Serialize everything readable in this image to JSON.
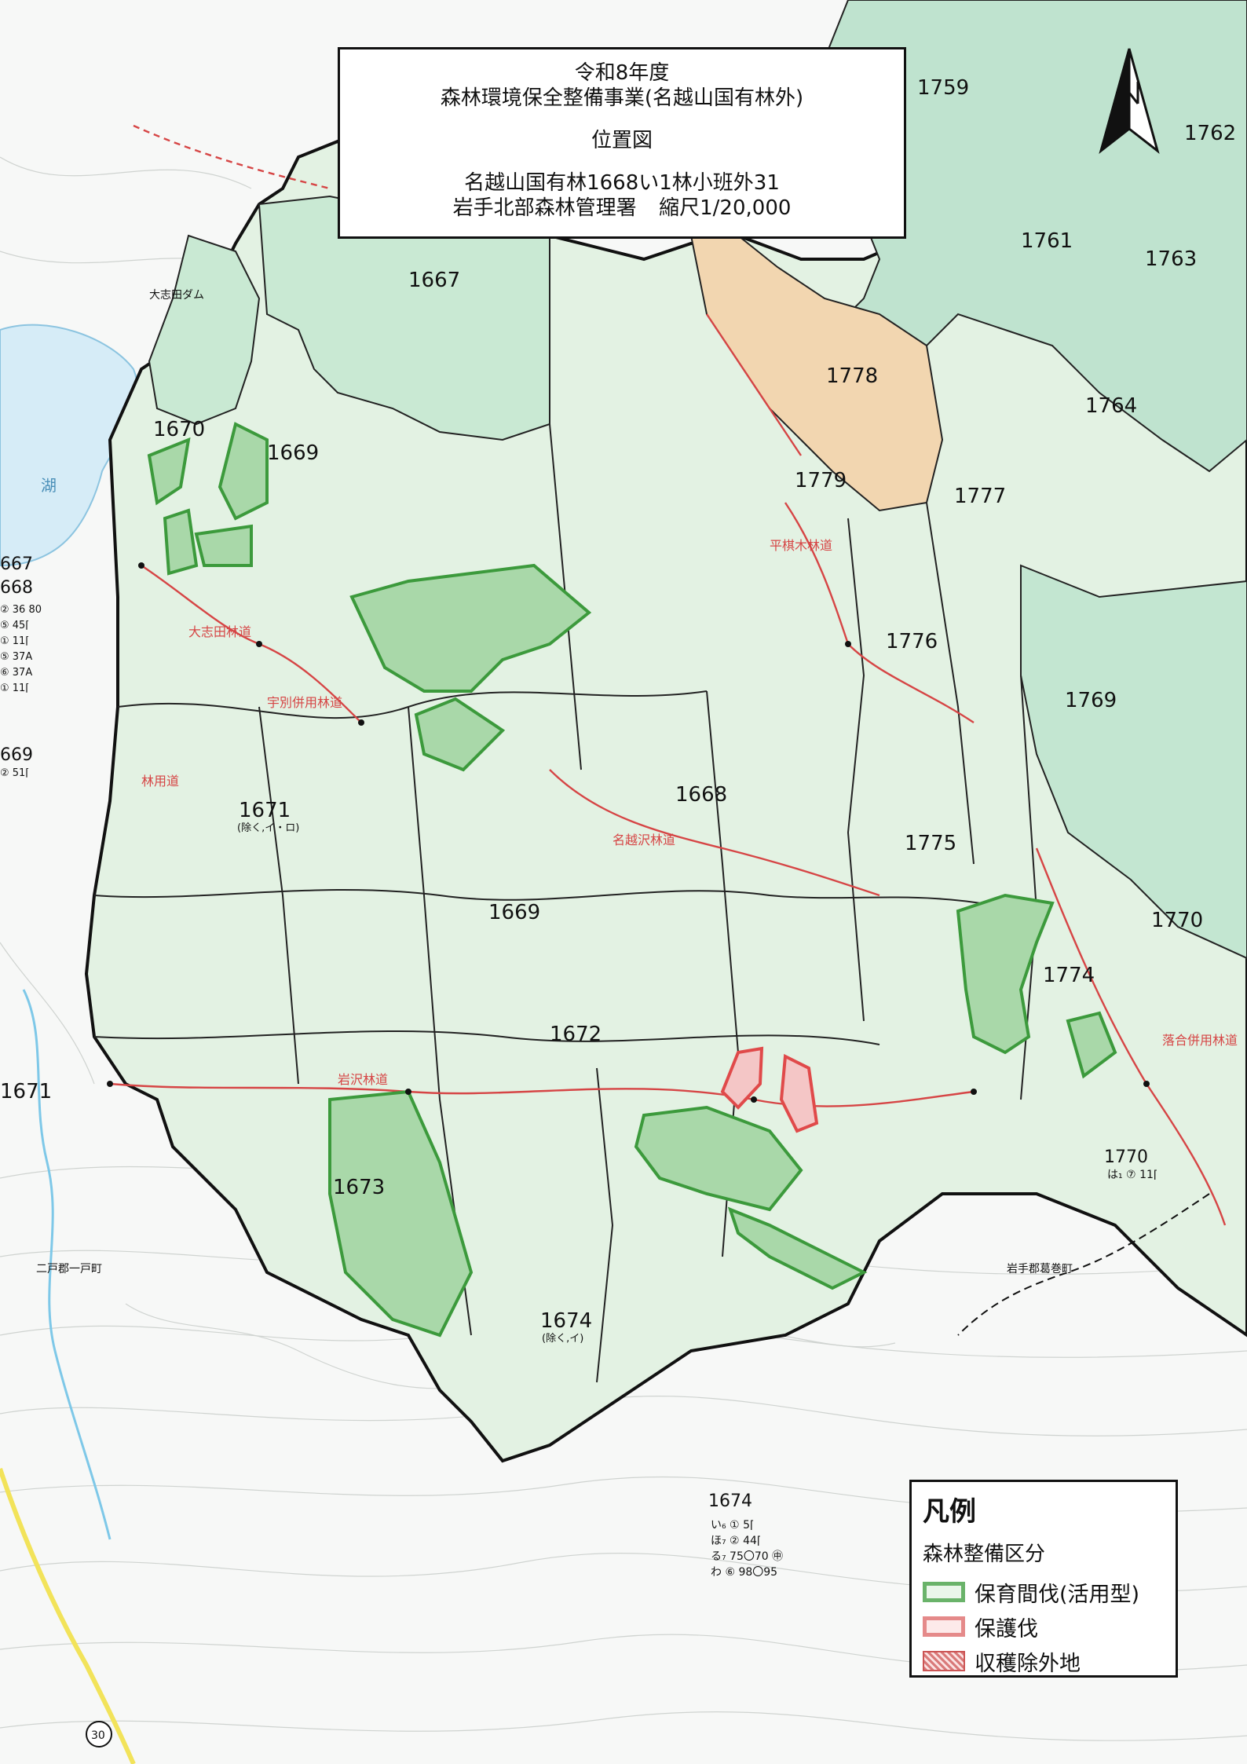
{
  "title": {
    "year": "令和8年度",
    "project": "森林環境保全整備事業(名越山国有林外)",
    "doc": "位置図",
    "location": "名越山国有林1668い1林小班外31",
    "office": "岩手北部森林管理署",
    "scale": "縮尺1/20,000"
  },
  "legend": {
    "heading": "凡例",
    "section": "森林整備区分",
    "items": [
      {
        "label": "保育間伐(活用型)",
        "color": "#6ab36a"
      },
      {
        "label": "保護伐",
        "color": "#e58a8a"
      },
      {
        "label": "収穫除外地",
        "color": "#d97a7a"
      }
    ]
  },
  "compartments": [
    {
      "num": "1667",
      "note": ""
    },
    {
      "num": "1668",
      "note": ""
    },
    {
      "num": "1669",
      "note": ""
    },
    {
      "num": "1670",
      "note": ""
    },
    {
      "num": "1671",
      "note": "(除く,イ・ロ)"
    },
    {
      "num": "1672",
      "note": ""
    },
    {
      "num": "1673",
      "note": ""
    },
    {
      "num": "1674",
      "note": "(除く,イ)"
    },
    {
      "num": "1759",
      "note": ""
    },
    {
      "num": "1761",
      "note": ""
    },
    {
      "num": "1762",
      "note": ""
    },
    {
      "num": "1763",
      "note": ""
    },
    {
      "num": "1764",
      "note": ""
    },
    {
      "num": "1769",
      "note": ""
    },
    {
      "num": "1770",
      "note": ""
    },
    {
      "num": "1774",
      "note": ""
    },
    {
      "num": "1775",
      "note": ""
    },
    {
      "num": "1776",
      "note": ""
    },
    {
      "num": "1777",
      "note": ""
    },
    {
      "num": "1778",
      "note": ""
    },
    {
      "num": "1779",
      "note": ""
    }
  ],
  "places": {
    "dam": "大志田ダム",
    "lake": "湖",
    "roads": [
      "名越沢林道",
      "岩沢林道",
      "大志田林道",
      "宇別併用林道",
      "林用道",
      "平棋木林道",
      "落合併用林道"
    ],
    "boundary": "岩手郡葛巻町",
    "boundary2": "二戸郡一戸町",
    "route": "30"
  },
  "notes": {
    "n1674_title": "1674",
    "n1674_lines": [
      "い₆ ① 5⌈",
      "ほ₇ ② 44⌈",
      "る₇ 75〇70 ㊥",
      "わ ⑥ 98〇95"
    ],
    "n1770_title": "1770",
    "n1770_line": "は₁ ⑦ 11⌈",
    "n1671_left": "1671",
    "left_edge_lines": [
      "667",
      "668",
      "② 36 80",
      "⑤ 45⌈",
      "① 11⌈",
      "⑤ 37A",
      "⑥ 37A",
      "① 11⌈",
      "669",
      "② 51⌈"
    ]
  }
}
